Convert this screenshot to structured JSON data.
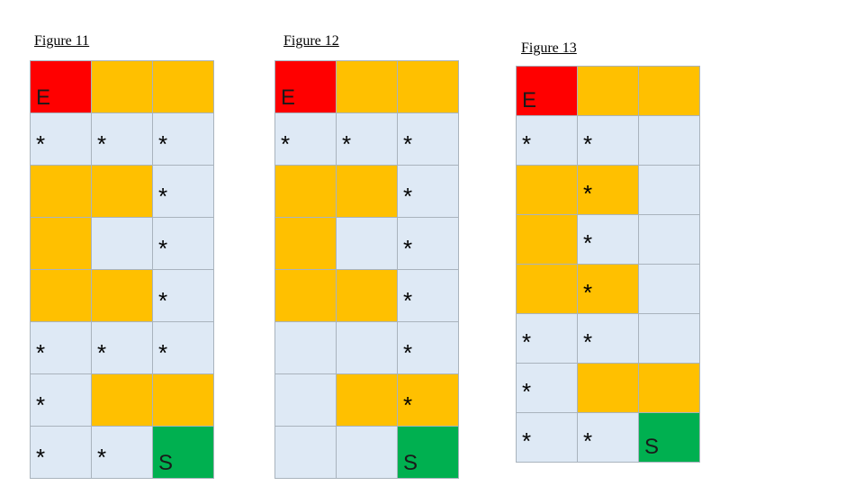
{
  "colors": {
    "red": "#ff0000",
    "orange": "#ffc000",
    "blank": "#dee9f5",
    "green": "#00b050",
    "gridline": "#a9b3bd"
  },
  "figures": [
    {
      "title": "Figure 11",
      "rows": [
        [
          {
            "color": "red",
            "text": "E"
          },
          {
            "color": "orange",
            "text": ""
          },
          {
            "color": "orange",
            "text": ""
          }
        ],
        [
          {
            "color": "blank",
            "text": "*"
          },
          {
            "color": "blank",
            "text": "*"
          },
          {
            "color": "blank",
            "text": "*"
          }
        ],
        [
          {
            "color": "orange",
            "text": ""
          },
          {
            "color": "orange",
            "text": ""
          },
          {
            "color": "blank",
            "text": "*"
          }
        ],
        [
          {
            "color": "orange",
            "text": ""
          },
          {
            "color": "blank",
            "text": ""
          },
          {
            "color": "blank",
            "text": "*"
          }
        ],
        [
          {
            "color": "orange",
            "text": ""
          },
          {
            "color": "orange",
            "text": ""
          },
          {
            "color": "blank",
            "text": "*"
          }
        ],
        [
          {
            "color": "blank",
            "text": "*"
          },
          {
            "color": "blank",
            "text": "*"
          },
          {
            "color": "blank",
            "text": "*"
          }
        ],
        [
          {
            "color": "blank",
            "text": "*"
          },
          {
            "color": "orange",
            "text": ""
          },
          {
            "color": "orange",
            "text": ""
          }
        ],
        [
          {
            "color": "blank",
            "text": "*"
          },
          {
            "color": "blank",
            "text": "*"
          },
          {
            "color": "green",
            "text": "S"
          }
        ]
      ]
    },
    {
      "title": "Figure 12",
      "rows": [
        [
          {
            "color": "red",
            "text": "E"
          },
          {
            "color": "orange",
            "text": ""
          },
          {
            "color": "orange",
            "text": ""
          }
        ],
        [
          {
            "color": "blank",
            "text": "*"
          },
          {
            "color": "blank",
            "text": "*"
          },
          {
            "color": "blank",
            "text": "*"
          }
        ],
        [
          {
            "color": "orange",
            "text": ""
          },
          {
            "color": "orange",
            "text": ""
          },
          {
            "color": "blank",
            "text": "*"
          }
        ],
        [
          {
            "color": "orange",
            "text": ""
          },
          {
            "color": "blank",
            "text": ""
          },
          {
            "color": "blank",
            "text": "*"
          }
        ],
        [
          {
            "color": "orange",
            "text": ""
          },
          {
            "color": "orange",
            "text": ""
          },
          {
            "color": "blank",
            "text": "*"
          }
        ],
        [
          {
            "color": "blank",
            "text": ""
          },
          {
            "color": "blank",
            "text": ""
          },
          {
            "color": "blank",
            "text": "*"
          }
        ],
        [
          {
            "color": "blank",
            "text": ""
          },
          {
            "color": "orange",
            "text": ""
          },
          {
            "color": "orange",
            "text": "*"
          }
        ],
        [
          {
            "color": "blank",
            "text": ""
          },
          {
            "color": "blank",
            "text": ""
          },
          {
            "color": "green",
            "text": "S"
          }
        ]
      ]
    },
    {
      "title": "Figure 13",
      "rows": [
        [
          {
            "color": "red",
            "text": "E"
          },
          {
            "color": "orange",
            "text": ""
          },
          {
            "color": "orange",
            "text": ""
          }
        ],
        [
          {
            "color": "blank",
            "text": "*"
          },
          {
            "color": "blank",
            "text": "*"
          },
          {
            "color": "blank",
            "text": ""
          }
        ],
        [
          {
            "color": "orange",
            "text": ""
          },
          {
            "color": "orange",
            "text": "*"
          },
          {
            "color": "blank",
            "text": ""
          }
        ],
        [
          {
            "color": "orange",
            "text": ""
          },
          {
            "color": "blank",
            "text": "*"
          },
          {
            "color": "blank",
            "text": ""
          }
        ],
        [
          {
            "color": "orange",
            "text": ""
          },
          {
            "color": "orange",
            "text": "*"
          },
          {
            "color": "blank",
            "text": ""
          }
        ],
        [
          {
            "color": "blank",
            "text": "*"
          },
          {
            "color": "blank",
            "text": "*"
          },
          {
            "color": "blank",
            "text": ""
          }
        ],
        [
          {
            "color": "blank",
            "text": "*"
          },
          {
            "color": "orange",
            "text": ""
          },
          {
            "color": "orange",
            "text": ""
          }
        ],
        [
          {
            "color": "blank",
            "text": "*"
          },
          {
            "color": "blank",
            "text": "*"
          },
          {
            "color": "green",
            "text": "S"
          }
        ]
      ]
    }
  ]
}
